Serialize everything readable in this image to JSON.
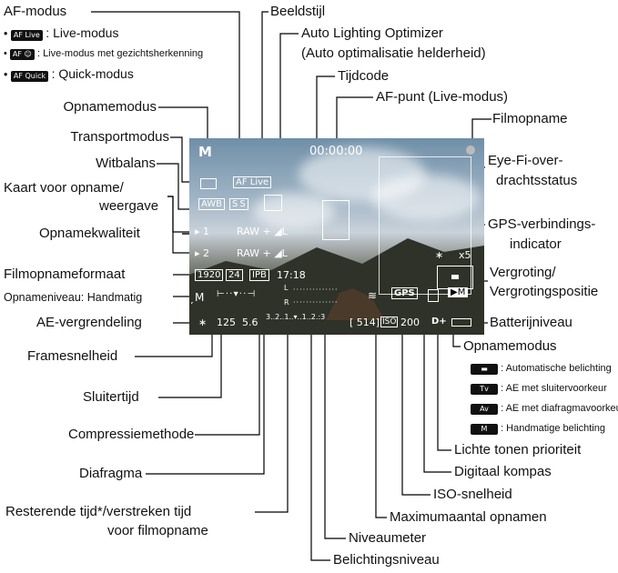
{
  "topleft": {
    "af_title": "AF-modus",
    "af_items": [
      {
        "key": "AF Live",
        "text": ": Live-modus"
      },
      {
        "key": "AF ☺",
        "text": ": Live-modus met gezichtsherkenning"
      },
      {
        "key": "AF Quick",
        "text": ": Quick-modus"
      }
    ]
  },
  "top_labels": {
    "beeldstijl": "Beeldstijl",
    "alo1": "Auto Lighting Optimizer",
    "alo2": "(Auto optimalisatie helderheid)",
    "tijdcode": "Tijdcode",
    "afpunt": "AF-punt (Live-modus)"
  },
  "left_labels": {
    "opnamemodus": "Opnamemodus",
    "transport": "Transportmodus",
    "witbalans": "Witbalans",
    "kaart1": "Kaart voor opname/",
    "kaart2": "weergave",
    "kwaliteit": "Opnamekwaliteit",
    "filmformaat": "Filmopnameformaat",
    "opnameniveau": "Opnameniveau: Handmatig",
    "ae_lock": "AE-vergrendeling",
    "framesnelheid": "Framesnelheid",
    "sluitertijd": "Sluitertijd",
    "compressie": "Compressiemethode",
    "diafragma": "Diafragma",
    "resterend1": "Resterende tijd*/verstreken tijd",
    "resterend2": "voor filmopname"
  },
  "right_labels": {
    "filmopname": "Filmopname",
    "eyefi1": "Eye-Fi-over-",
    "eyefi2": "drachtsstatus",
    "gps1": "GPS-verbindings-",
    "gps2": "indicator",
    "vergroting1": "Vergroting/",
    "vergroting2": "Vergrotingspositie",
    "batterij": "Batterijniveau",
    "opnamemodus": "Opnamemodus",
    "modes": [
      {
        "key": "▬",
        "text": ": Automatische belichting"
      },
      {
        "key": "Tv",
        "text": ": AE met sluitervoorkeur"
      },
      {
        "key": "Av",
        "text": ": AE met diafragmavoorkeur"
      },
      {
        "key": "M",
        "text": ": Handmatige belichting"
      }
    ],
    "lichte": "Lichte tonen prioriteit",
    "kompas": "Digitaal kompas",
    "iso": "ISO-snelheid",
    "maxopn": "Maximumaantal opnamen",
    "niveaumeter": "Niveaumeter",
    "belichting": "Belichtingsniveau"
  },
  "screen": {
    "mode": "M",
    "timecode": "00:00:00",
    "af": "AF Live",
    "awb": "AWB",
    "style": "S S",
    "slot1": "▸ 1",
    "slot2": "▸ 2",
    "raw": "RAW + ◢L",
    "movie_size": "1920",
    "fps": "24",
    "ipb": "IPB",
    "time": "17:18",
    "rec_level": "̦M",
    "zoom": "x5",
    "star": "∗",
    "shutter": "125",
    "aperture": "5.6",
    "scale": "3..2..1..▾..1..2.:3",
    "shots": "[ 514]",
    "iso_icon": "ISO",
    "iso": "200",
    "gps": "GPS",
    "dplus": "D+",
    "lr_l": "L",
    "lr_r": "R"
  }
}
